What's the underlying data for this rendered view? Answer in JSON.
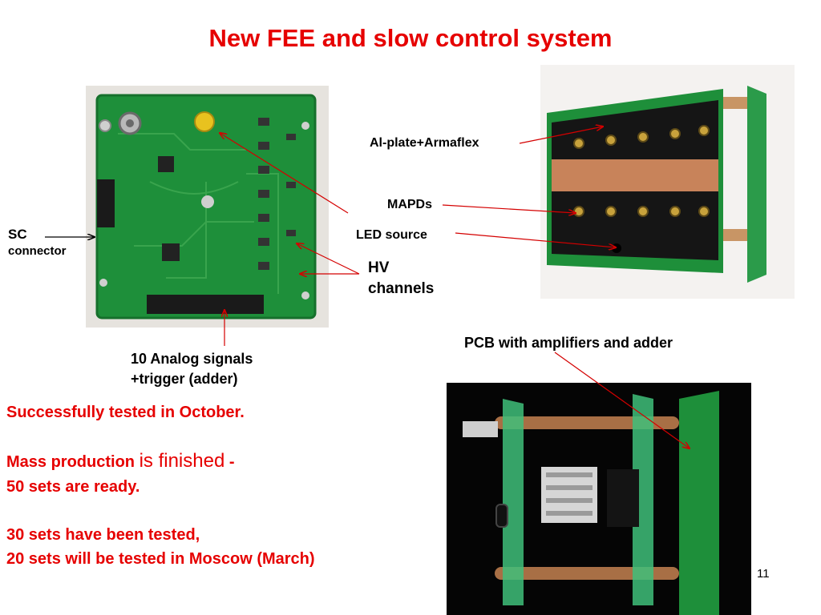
{
  "title": "New FEE and slow control system",
  "labels": {
    "sc_1": "SC",
    "sc_2": "connector",
    "analog_1": "10 Analog signals",
    "analog_2": "+trigger (adder)",
    "hv_1": "HV",
    "hv_2": "channels",
    "al_plate": "Al-plate+Armaflex",
    "mapds": "MAPDs",
    "led": "LED source",
    "pcb": "PCB with amplifiers and adder"
  },
  "status": {
    "line1": "Successfully tested in October.",
    "line2a": "Mass production ",
    "line2b": "is finished",
    "line2c": " -",
    "line3": "50 sets are ready.",
    "line4": "30 sets  have been tested,",
    "line5": "20 sets will be tested in Moscow (March)"
  },
  "page_number": "11",
  "colors": {
    "title": "#e60000",
    "pcb_green": "#1e8f3a",
    "arrow": "#d40000"
  }
}
